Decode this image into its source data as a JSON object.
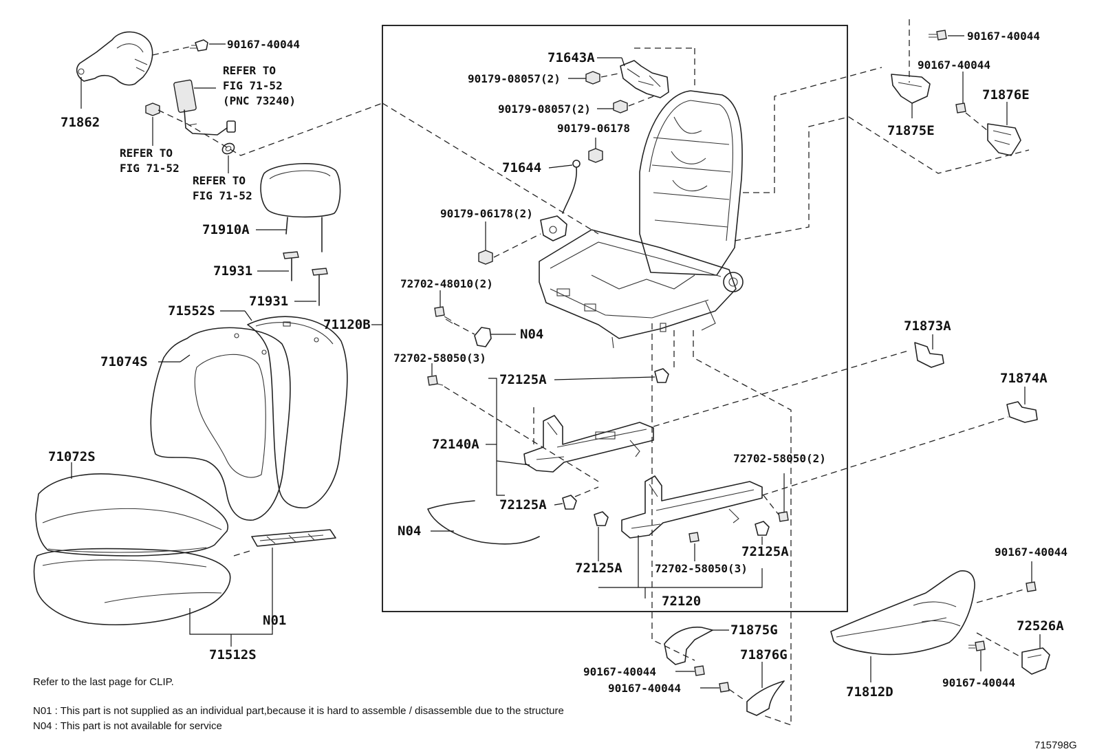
{
  "callouts": {
    "c71862": "71862",
    "c90167_a": "90167-40044",
    "c_refer73240_1": "REFER TO",
    "c_refer73240_2": "FIG 71-52",
    "c_refer73240_3": "(PNC 73240)",
    "c_refer_b1": "REFER TO",
    "c_refer_b2": "FIG 71-52",
    "c_refer_c1": "REFER TO",
    "c_refer_c2": "FIG 71-52",
    "c71910A": "71910A",
    "c71931_a": "71931",
    "c71931_b": "71931",
    "c71552S": "71552S",
    "c71074S": "71074S",
    "c71072S": "71072S",
    "cN01": "N01",
    "c71512S": "71512S",
    "c71643A": "71643A",
    "c90179_08057_a": "90179-08057(2)",
    "c90179_08057_b": "90179-08057(2)",
    "c90179_06178": "90179-06178",
    "c71644": "71644",
    "c90179_06178_2": "90179-06178(2)",
    "c72702_48010": "72702-48010(2)",
    "cN04_a": "N04",
    "c71120B": "71120B",
    "c72702_58050_3a": "72702-58050(3)",
    "c72125A_a": "72125A",
    "c72140A": "72140A",
    "c72125A_b": "72125A",
    "cN04_b": "N04",
    "c72702_58050_2": "72702-58050(2)",
    "c72125A_c": "72125A",
    "c72125A_d": "72125A",
    "c72702_58050_3b": "72702-58050(3)",
    "c72120": "72120",
    "c90167_b": "90167-40044",
    "c90167_c": "90167-40044",
    "c71876E": "71876E",
    "c71875E": "71875E",
    "c71873A": "71873A",
    "c71874A": "71874A",
    "c90167_d": "90167-40044",
    "c72526A": "72526A",
    "c90167_e": "90167-40044",
    "c71812D": "71812D",
    "c71875G": "71875G",
    "c90167_f": "90167-40044",
    "c71876G": "71876G",
    "c90167_g": "90167-40044"
  },
  "notes": {
    "clip": "Refer to the last page for CLIP.",
    "n01": "N01 : This part is not supplied as an individual part,because it is hard to assemble / disassemble due to the structure",
    "n04": "N04 : This part is not available for service"
  },
  "figure_id": "715798G"
}
